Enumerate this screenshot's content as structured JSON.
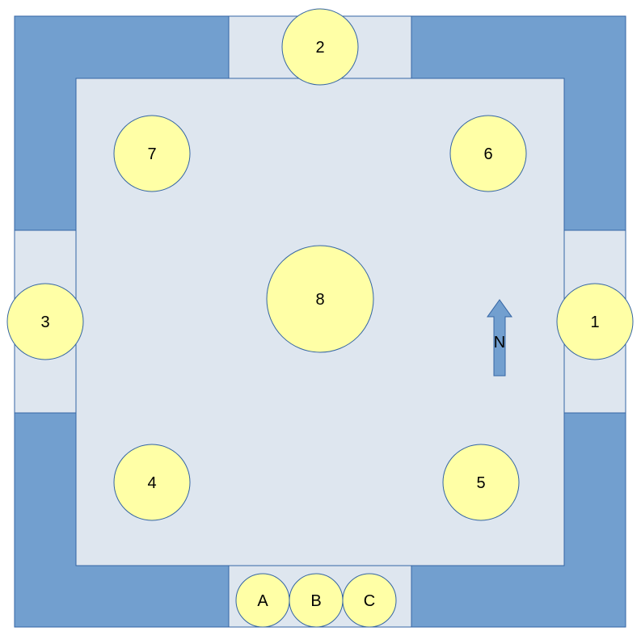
{
  "colors": {
    "outer_wall": "#729fcf",
    "inner_floor": "#dee6ef",
    "circle_fill": "#ffffa6",
    "circle_stroke": "#3465a4",
    "arrow_fill": "#729fcf",
    "arrow_stroke": "#3465a4"
  },
  "nodes": {
    "n1": "1",
    "n2": "2",
    "n3": "3",
    "n4": "4",
    "n5": "5",
    "n6": "6",
    "n7": "7",
    "n8": "8",
    "a": "A",
    "b": "B",
    "c": "C"
  },
  "compass": {
    "label": "N",
    "icon": "north-arrow-icon"
  }
}
